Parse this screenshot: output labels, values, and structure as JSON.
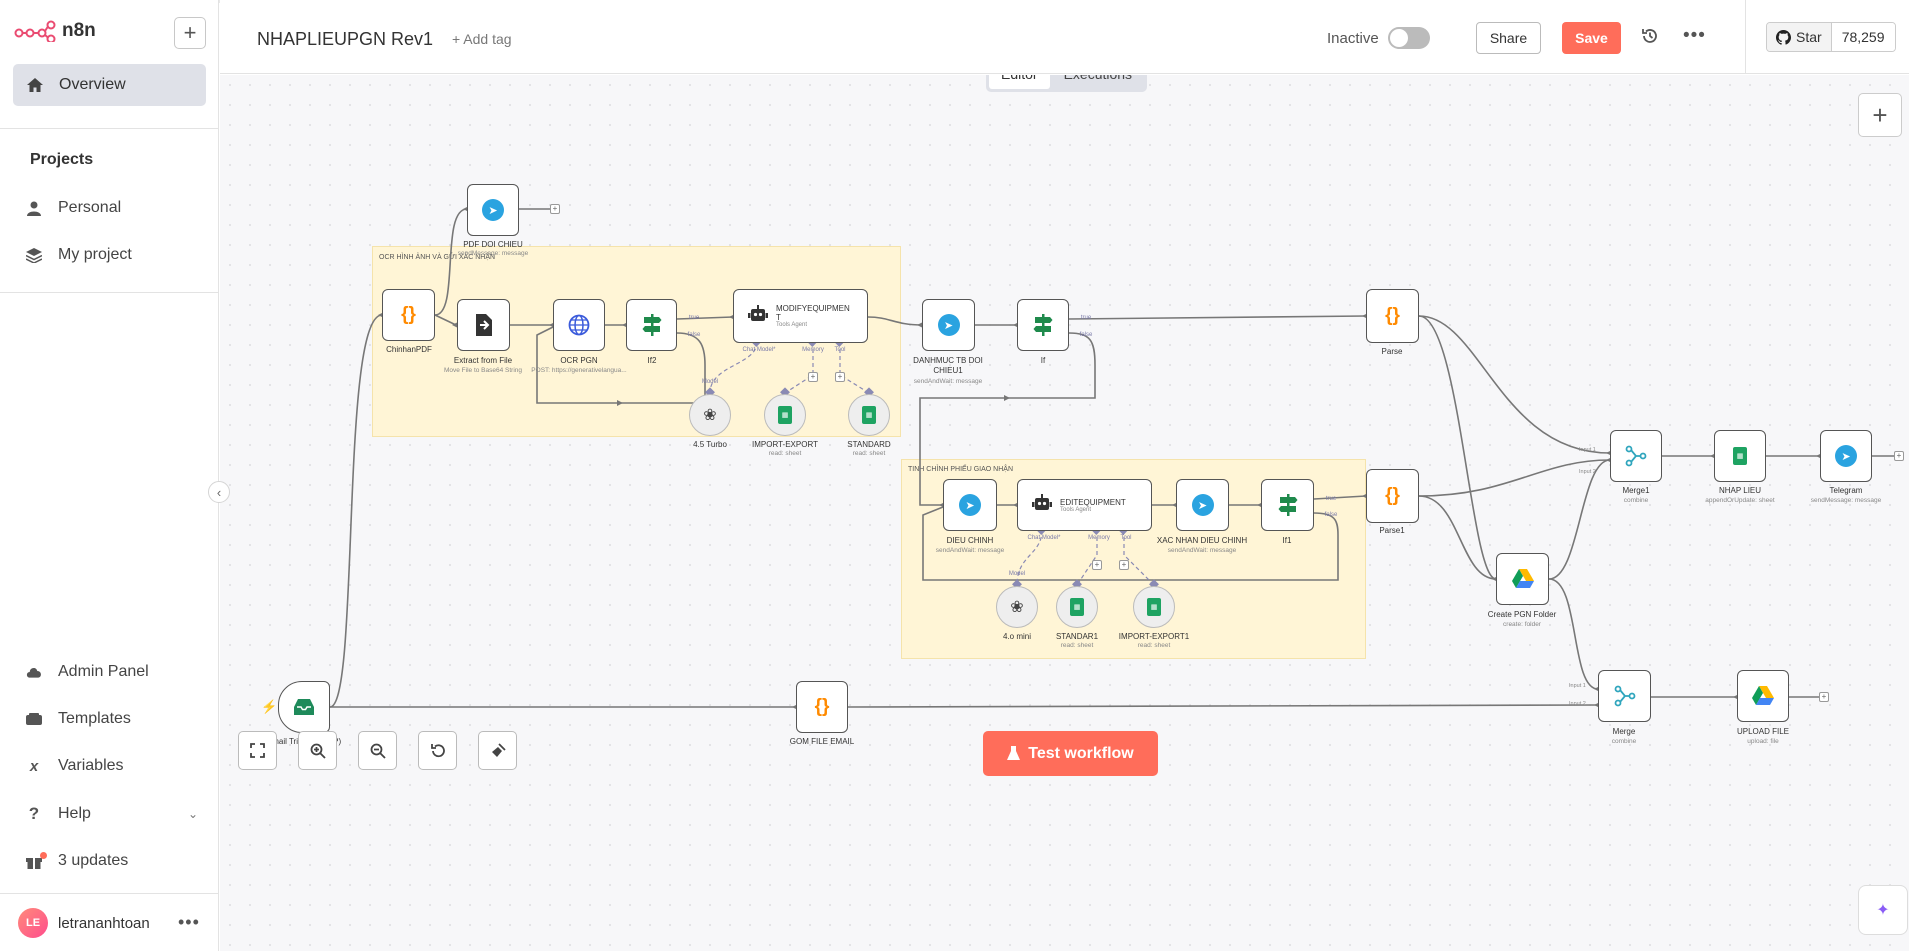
{
  "app": {
    "name": "n8n"
  },
  "sidebar": {
    "overview": "Overview",
    "projects_title": "Projects",
    "personal": "Personal",
    "my_project": "My project",
    "admin_panel": "Admin Panel",
    "templates": "Templates",
    "variables": "Variables",
    "help": "Help",
    "updates": "3 updates",
    "user": {
      "initials": "LE",
      "name": "letrananhtoan"
    }
  },
  "header": {
    "workflow_name": "NHAPLIEUPGN Rev1",
    "add_tag": "+ Add tag",
    "status": "Inactive",
    "share": "Share",
    "save": "Save",
    "github_star": "Star",
    "github_count": "78,259"
  },
  "tabs": {
    "editor": "Editor",
    "executions": "Executions"
  },
  "stickies": {
    "ocr": "OCR HÌNH ẢNH VÀ GỬI XÁC NHẬN",
    "tinh": "TINH CHỈNH PHIẾU GIAO NHẬN"
  },
  "nodes": {
    "pdf_doi_chieu": {
      "name": "PDF DOI CHIEU",
      "sub": "sendMessage: message"
    },
    "chinhan_pdf": {
      "name": "ChinhanPDF"
    },
    "extract": {
      "name": "Extract from File",
      "sub": "Move File to Base64 String"
    },
    "ocr_pgn": {
      "name": "OCR PGN",
      "sub": "POST: https://generativelangua..."
    },
    "if2": {
      "name": "If2"
    },
    "modify": {
      "name": "MODIFYEQUIPMEN T",
      "sub": "Tools Agent"
    },
    "turbo": {
      "name": "4.5 Turbo"
    },
    "import_export": {
      "name": "IMPORT-EXPORT",
      "sub": "read: sheet"
    },
    "standard": {
      "name": "STANDARD",
      "sub": "read: sheet"
    },
    "danhmuc": {
      "name": "DANHMUC TB DOI CHIEU1",
      "sub": "sendAndWait: message"
    },
    "if": {
      "name": "If"
    },
    "parse": {
      "name": "Parse"
    },
    "dieu_chinh": {
      "name": "DIEU CHINH",
      "sub": "sendAndWait: message"
    },
    "edit": {
      "name": "EDITEQUIPMENT",
      "sub": "Tools Agent"
    },
    "xac_nhan": {
      "name": "XAC NHAN DIEU CHINH",
      "sub": "sendAndWait: message"
    },
    "if1": {
      "name": "If1"
    },
    "mini": {
      "name": "4.o mini"
    },
    "standard1": {
      "name": "STANDAR1",
      "sub": "read: sheet"
    },
    "import_export1": {
      "name": "IMPORT-EXPORT1",
      "sub": "read: sheet"
    },
    "parse1": {
      "name": "Parse1"
    },
    "merge1": {
      "name": "Merge1",
      "sub": "combine"
    },
    "nhap_lieu": {
      "name": "NHAP LIEU",
      "sub": "appendOrUpdate: sheet"
    },
    "telegram": {
      "name": "Telegram",
      "sub": "sendMessage: message"
    },
    "create_folder": {
      "name": "Create PGN Folder",
      "sub": "create: folder"
    },
    "email_trigger": {
      "name": "Email Trigger (IMAP)"
    },
    "gom_file": {
      "name": "GOM FILE EMAIL"
    },
    "merge": {
      "name": "Merge",
      "sub": "combine"
    },
    "upload": {
      "name": "UPLOAD FILE",
      "sub": "upload: file"
    }
  },
  "connection_labels": {
    "true": "true",
    "false": "false",
    "chat_model": "Chat Model*",
    "memory": "Memory",
    "tool": "Tool",
    "model": "Model",
    "input1": "Input 1",
    "input2": "Input 2"
  },
  "controls": {
    "test_workflow": "Test workflow"
  }
}
